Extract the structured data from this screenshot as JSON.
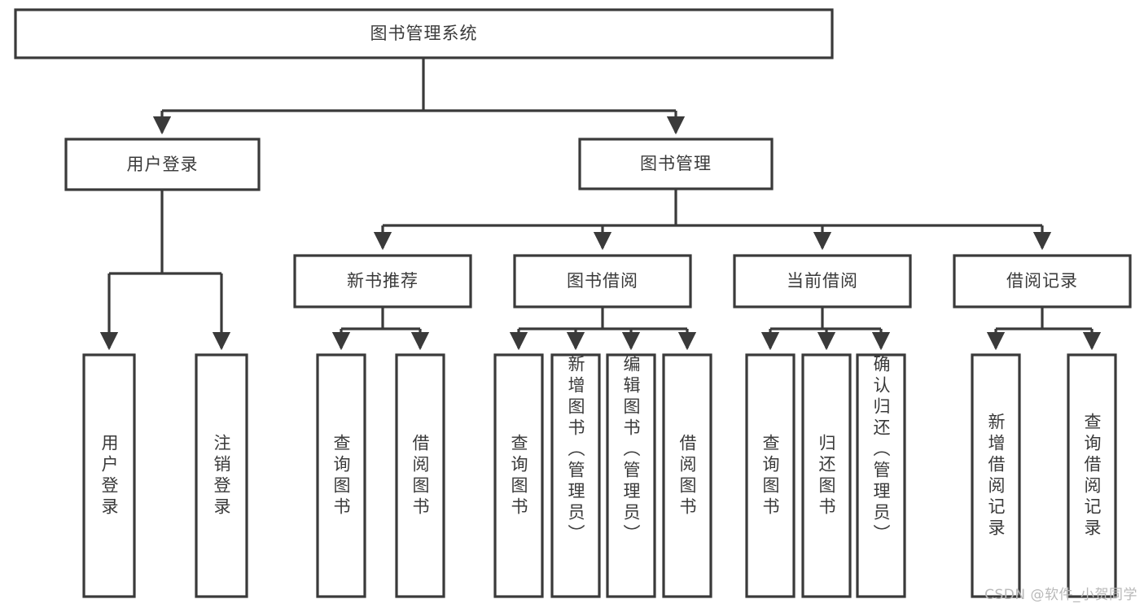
{
  "diagram": {
    "title": "图书管理系统",
    "type": "tree-hierarchy-diagram",
    "watermark": "CSDN @软件_小贺同学",
    "colors": {
      "stroke": "#3a3a3a",
      "box_fill": "#ffffff",
      "text": "#3a3a3a",
      "watermark": "#b9b9b9",
      "background": "#ffffff"
    },
    "nodes": {
      "root": {
        "label": "图书管理系统"
      },
      "level2": [
        {
          "label": "用户登录"
        },
        {
          "label": "图书管理"
        }
      ],
      "level3": [
        {
          "label": "新书推荐"
        },
        {
          "label": "图书借阅"
        },
        {
          "label": "当前借阅"
        },
        {
          "label": "借阅记录"
        }
      ],
      "leaves": {
        "user_login": [
          {
            "label": "用户登录"
          },
          {
            "label": "注销登录"
          }
        ],
        "new_book_recommend": [
          {
            "label": "查询图书"
          },
          {
            "label": "借阅图书"
          }
        ],
        "book_borrow": [
          {
            "label": "查询图书"
          },
          {
            "label": "新增图书（管理员）"
          },
          {
            "label": "编辑图书（管理员）"
          },
          {
            "label": "借阅图书"
          }
        ],
        "current_borrow": [
          {
            "label": "查询图书"
          },
          {
            "label": "归还图书"
          },
          {
            "label": "确认归还（管理员）"
          }
        ],
        "borrow_record": [
          {
            "label": "新增借阅记录"
          },
          {
            "label": "查询借阅记录"
          }
        ]
      }
    }
  }
}
